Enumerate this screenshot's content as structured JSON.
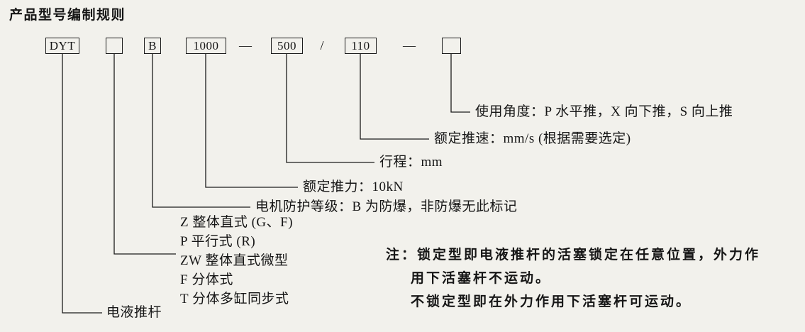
{
  "page": {
    "title": "产品型号编制规则"
  },
  "code": {
    "series": "DYT",
    "structure_type": "",
    "protection": "B",
    "thrust": "1000",
    "dash1": "—",
    "stroke": "500",
    "slash": "/",
    "speed": "110",
    "dash2": "—",
    "angle": ""
  },
  "labels": {
    "angle": "使用角度：P 水平推，X 向下推，S 向上推",
    "speed": "额定推速：mm/s (根据需要选定)",
    "stroke": "行程：mm",
    "thrust": "额定推力：10kN",
    "protection": "电机防护等级：B 为防爆，非防爆无此标记",
    "product": "电液推杆"
  },
  "type_options": [
    "Z 整体直式 (G、F)",
    "P 平行式 (R)",
    "ZW 整体直式微型",
    "F 分体式",
    "T 分体多缸同步式"
  ],
  "note": {
    "lines": [
      "注：锁定型即电液推杆的活塞锁定在任意位置，外力作",
      "用下活塞杆不运动。",
      "不锁定型即在外力作用下活塞杆可运动。"
    ]
  }
}
